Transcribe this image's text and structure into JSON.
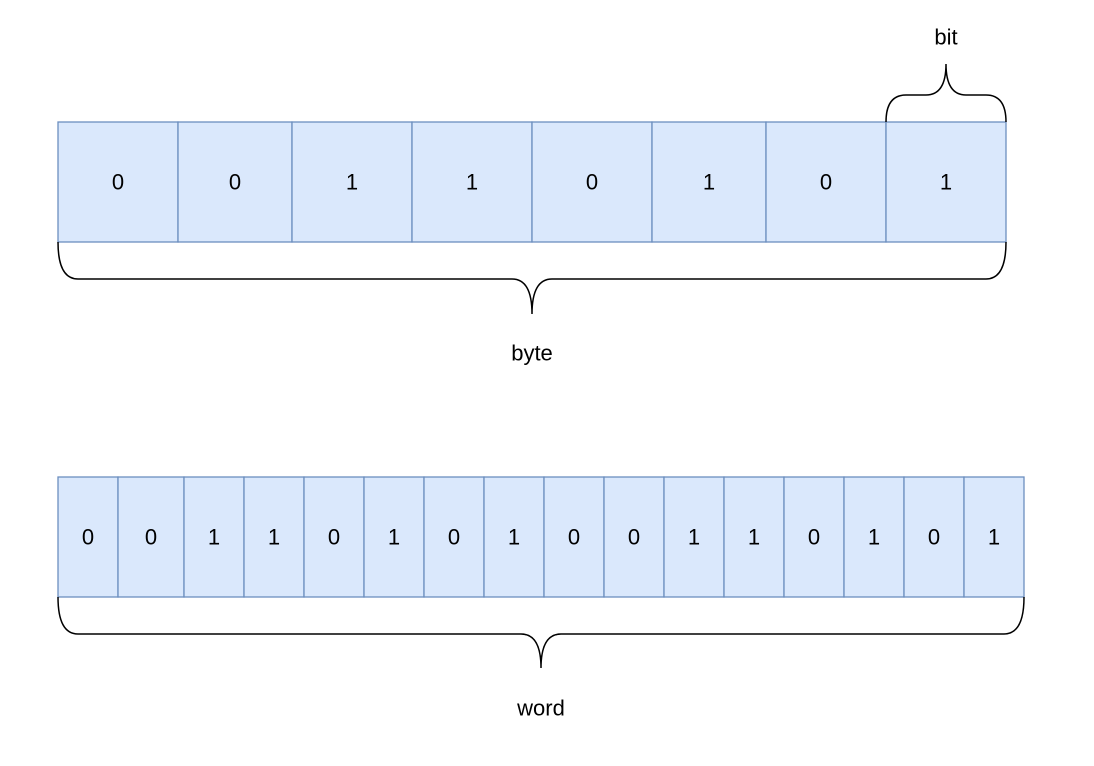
{
  "byte_row": {
    "bits": [
      "0",
      "0",
      "1",
      "1",
      "0",
      "1",
      "0",
      "1"
    ],
    "brace_label": "byte"
  },
  "bit_callout": {
    "label": "bit"
  },
  "word_row": {
    "bits": [
      "0",
      "0",
      "1",
      "1",
      "0",
      "1",
      "0",
      "1",
      "0",
      "0",
      "1",
      "1",
      "0",
      "1",
      "0",
      "1"
    ],
    "brace_label": "word"
  },
  "colors": {
    "cell_fill": "#dae8fc",
    "cell_stroke": "#6c8ebf",
    "brace": "#000000"
  }
}
